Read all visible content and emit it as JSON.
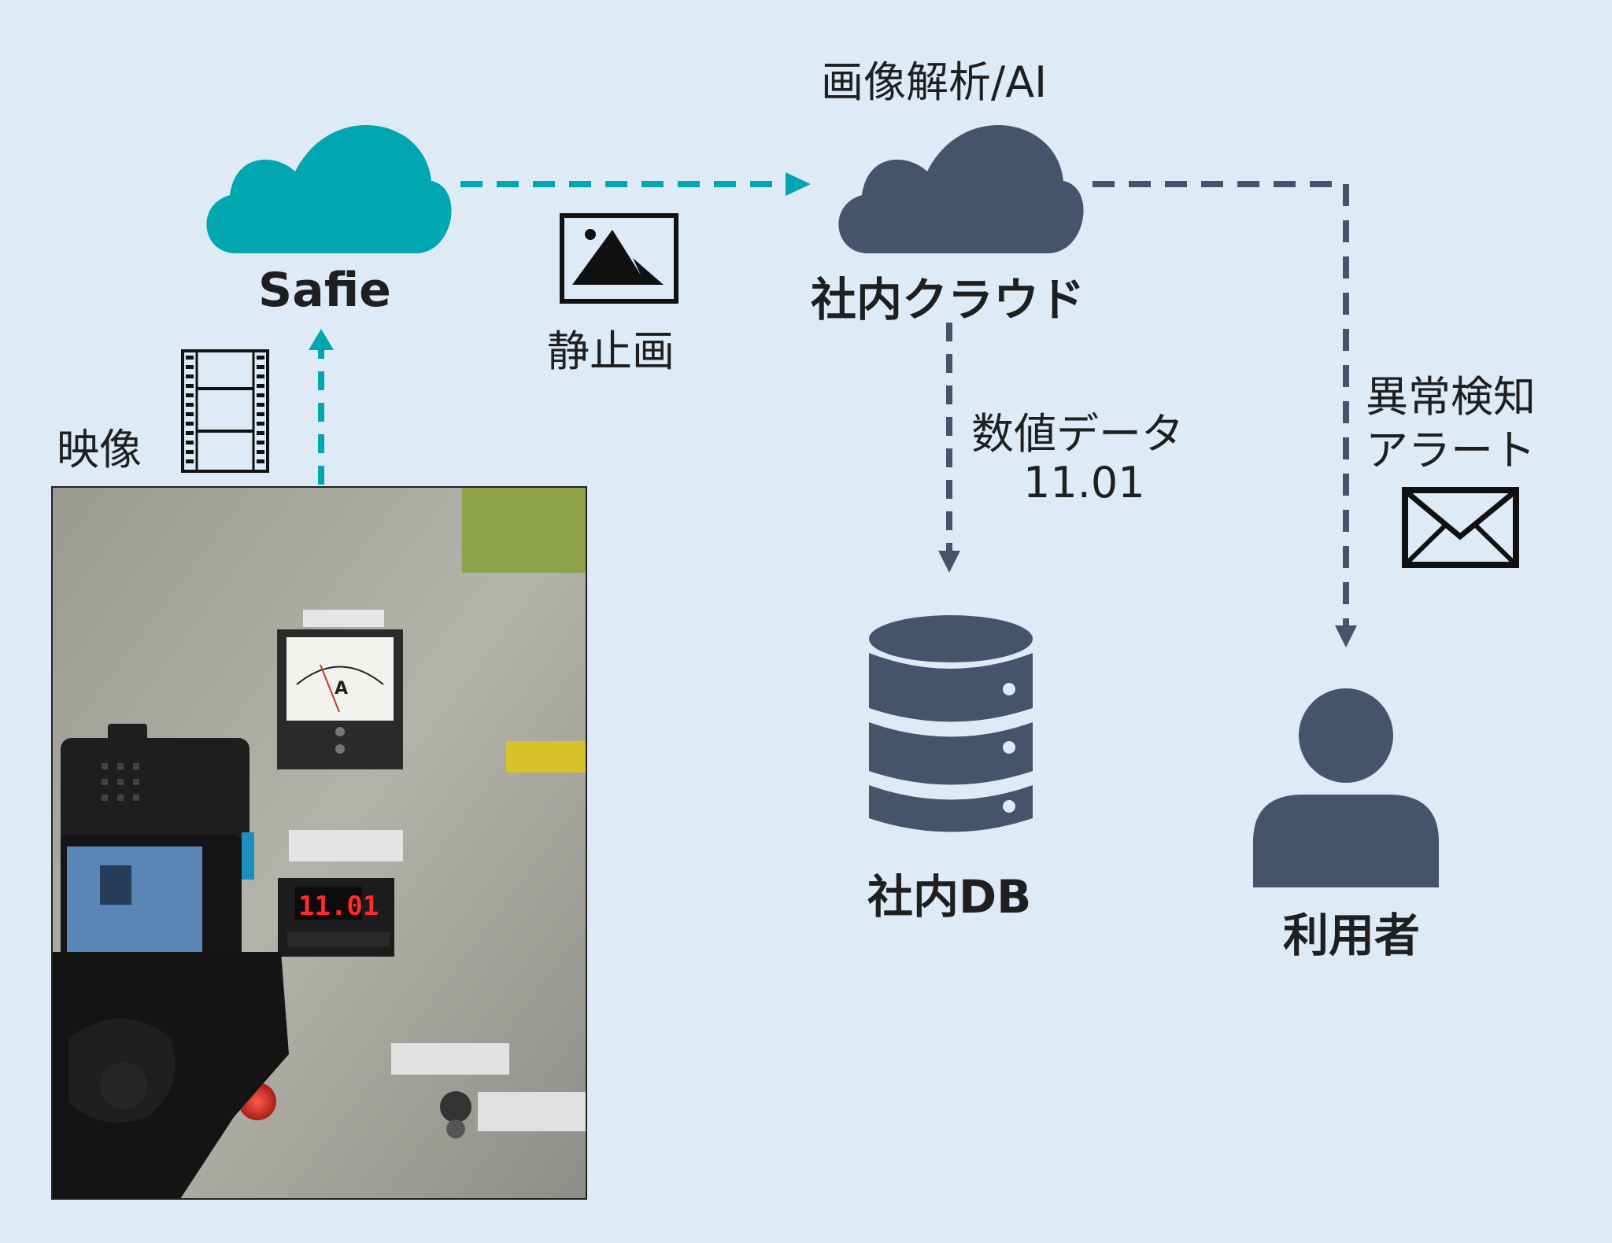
{
  "colors": {
    "background": "#deeaf6",
    "teal": "#00a6b0",
    "slate": "#44546a",
    "text": "#1f1f1f"
  },
  "labels": {
    "ai_title": "画像解析/AI",
    "safie": "Safie",
    "still_image": "静止画",
    "internal_cloud": "社内クラウド",
    "video": "映像",
    "numeric_data": "数値データ",
    "numeric_value": "11.01",
    "anomaly_line1": "異常検知",
    "anomaly_line2": "アラート",
    "internal_db": "社内DB",
    "user": "利用者"
  },
  "photo": {
    "display_value": "11.01",
    "meter_unit": "A"
  },
  "icons": [
    "safie-cloud-icon",
    "internal-cloud-icon",
    "image-icon",
    "film-icon",
    "database-icon",
    "user-icon",
    "mail-icon"
  ]
}
